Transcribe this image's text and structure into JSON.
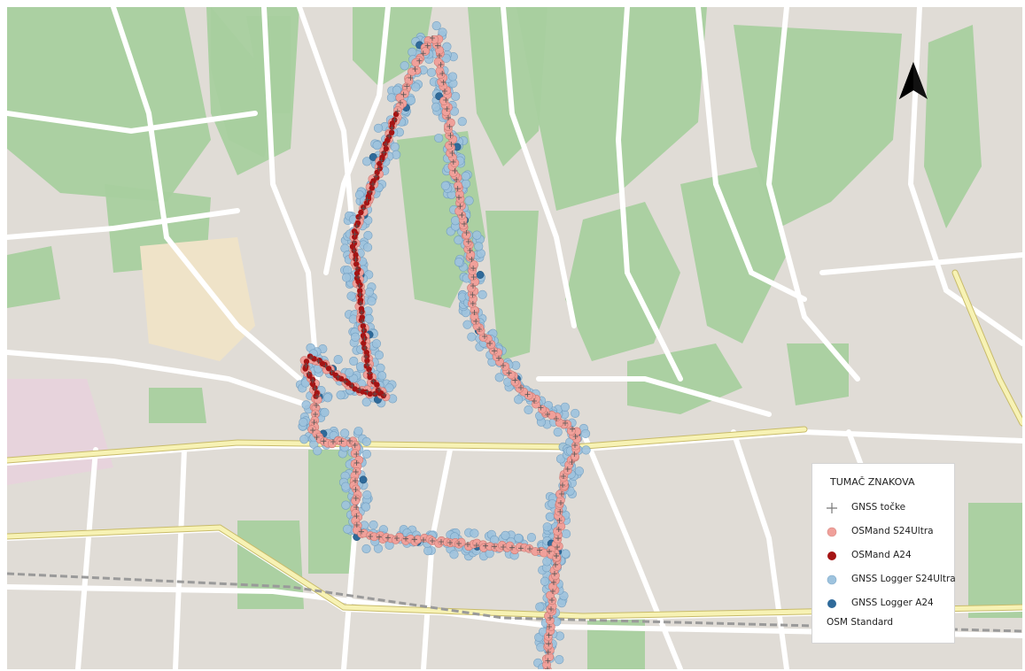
{
  "map": {
    "basemap": "OSM Standard",
    "north_arrow_icon": "north-arrow-icon"
  },
  "legend": {
    "title": "TUMAČ ZNAKOVA",
    "items": [
      {
        "label": "GNSS točke",
        "symbol": "cross-icon",
        "color": "#777777"
      },
      {
        "label": "OSMand S24Ultra",
        "symbol": "dot-icon",
        "color": "#f0a09a"
      },
      {
        "label": "OSMand A24",
        "symbol": "dot-icon",
        "color": "#a51414"
      },
      {
        "label": "GNSS Logger S24Ultra",
        "symbol": "dot-icon",
        "color": "#9ec3de"
      },
      {
        "label": "GNSS Logger A24",
        "symbol": "dot-icon",
        "color": "#2f6a9a"
      }
    ],
    "basemap_label": "OSM Standard"
  },
  "colors": {
    "osmand_s24": "#f0a09a",
    "osmand_a24": "#a51414",
    "logger_s24": "#9ec3de",
    "logger_a24": "#2f6a9a",
    "park": "#a8cf9f",
    "road": "#ffffff",
    "secondary_road": "#f7f2b4",
    "land": "#e0dcd6"
  }
}
